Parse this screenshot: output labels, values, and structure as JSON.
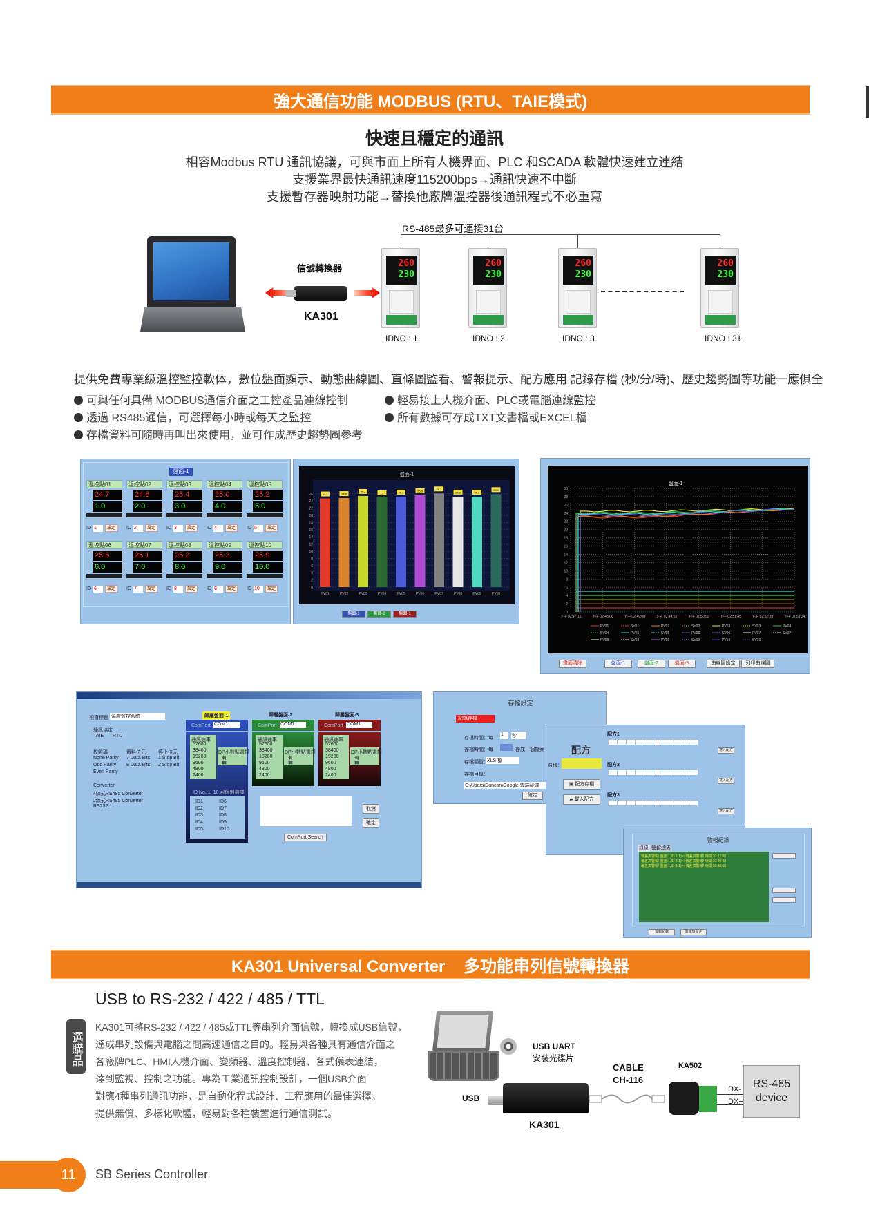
{
  "section1": {
    "banner": "強大通信功能 MODBUS (RTU、TAIE模式)",
    "subtitle": "快速且穩定的通訊",
    "intro": [
      "相容Modbus RTU 通訊協議，可與市面上所有人機界面、PLC 和SCADA 軟體快速建立連結",
      "支援業界最快通訊速度115200bps→通訊快速不中斷",
      "支援暫存器映射功能→替換他廠牌溫控器後通訊程式不必重寫"
    ]
  },
  "topology": {
    "bus_label": "RS-485最多可連接31台",
    "converter_label": "信號轉換器",
    "converter_model": "KA301",
    "device_pv": "260",
    "device_sv": "230",
    "devices": [
      "IDNO : 1",
      "IDNO : 2",
      "IDNO : 3",
      "IDNO : 31"
    ]
  },
  "features": {
    "paragraph": "提供免費專業級溫控監控軟体，數位盤面顯示、動態曲線圖、直條圖監看、警報提示、配方應用 記錄存檔 (秒/分/時)、歷史趨勢圖等功能一應俱全",
    "bullets_left": [
      "可與任何具備 MODBUS通信介面之工控產品連線控制",
      "透過 RS485通信，可選擇每小時或每天之監控",
      "存檔資料可隨時再叫出來使用，並可作成歷史趨勢圖參考"
    ],
    "bullets_right": [
      "輕易接上人機介面、PLC或電腦連線監控",
      "所有數據可存成TXT文書檔或EXCEL檔"
    ]
  },
  "dashboard": {
    "title": "盤面-1",
    "set_label": "設定",
    "tiles": [
      {
        "name": "溫控點01",
        "pv": "24.7",
        "sv": "1.0",
        "id": "1"
      },
      {
        "name": "溫控點02",
        "pv": "24.8",
        "sv": "2.0",
        "id": "2"
      },
      {
        "name": "溫控點03",
        "pv": "25.4",
        "sv": "3.0",
        "id": "3"
      },
      {
        "name": "溫控點04",
        "pv": "25.0",
        "sv": "4.0",
        "id": "4"
      },
      {
        "name": "溫控點05",
        "pv": "25.2",
        "sv": "5.0",
        "id": "5"
      },
      {
        "name": "溫控點06",
        "pv": "25.6",
        "sv": "6.0",
        "id": "6"
      },
      {
        "name": "溫控點07",
        "pv": "26.1",
        "sv": "7.0",
        "id": "7"
      },
      {
        "name": "溫控點08",
        "pv": "25.2",
        "sv": "8.0",
        "id": "8"
      },
      {
        "name": "溫控點09",
        "pv": "25.2",
        "sv": "9.0",
        "id": "9"
      },
      {
        "name": "溫控點10",
        "pv": "25.9",
        "sv": "10.0",
        "id": "10"
      }
    ]
  },
  "bar_chart": {
    "title": "盤面-1",
    "y_ticks": [
      "0",
      "2",
      "4",
      "6",
      "8",
      "10",
      "12",
      "14",
      "16",
      "18",
      "20",
      "22",
      "24",
      "26"
    ],
    "bars": [
      {
        "label": "PV01",
        "value": 24.7,
        "color": "#e03a2a"
      },
      {
        "label": "PV02",
        "value": 24.8,
        "color": "#d9822a"
      },
      {
        "label": "PV03",
        "value": 25.4,
        "color": "#c8d62a"
      },
      {
        "label": "PV04",
        "value": 25.0,
        "color": "#2a6a30"
      },
      {
        "label": "PV05",
        "value": 25.2,
        "color": "#4a5ad8"
      },
      {
        "label": "PV06",
        "value": 25.6,
        "color": "#b04ad0"
      },
      {
        "label": "PV07",
        "value": 26.1,
        "color": "#808080"
      },
      {
        "label": "PV08",
        "value": 25.2,
        "color": "#e8e8e8"
      },
      {
        "label": "PV09",
        "value": 25.2,
        "color": "#50d8c0"
      },
      {
        "label": "PV10",
        "value": 25.9,
        "color": "#2a6a5a"
      }
    ],
    "buttons": [
      "盤面-1",
      "盤面-2",
      "盤面-1"
    ]
  },
  "line_chart": {
    "title": "盤面-1",
    "y_ticks": [
      "0",
      "2",
      "4",
      "6",
      "8",
      "10",
      "12",
      "14",
      "16",
      "18",
      "20",
      "22",
      "24",
      "26",
      "28",
      "30"
    ],
    "x_ticks": [
      "下午 02:47:16",
      "下午 02:48:06",
      "下午 02:49:00",
      "下午 02:49:55",
      "下午 02:50:50",
      "下午 02:51:45",
      "下午 02:52:39",
      "下午 02:53:34"
    ],
    "legend": [
      "PV01",
      "SV01",
      "PV02",
      "SV02",
      "PV03",
      "SV03",
      "PV04",
      "SV04",
      "PV05",
      "SV05",
      "PV06",
      "SV06",
      "PV07",
      "SV07",
      "PV08",
      "SV08",
      "PV09",
      "SV09",
      "PV10",
      "SV10"
    ],
    "buttons": [
      "畫面清除",
      "盤面-1",
      "盤面-2",
      "盤面-3",
      "曲線圖設定",
      "列印曲線圖"
    ]
  },
  "comm_dialog": {
    "title_field_label": "視窗標題",
    "title_field_value": "溫度監控系統",
    "protocol_label": "通訊協定",
    "protocols": [
      "TAIE",
      "RTU"
    ],
    "parity_label": "校驗碼",
    "parity": [
      "None Parity",
      "Odd Parity",
      "Even Parity"
    ],
    "databits_label": "資料位元",
    "databits": [
      "7 Data Bits",
      "8 Data Bits"
    ],
    "stopbits_label": "停止位元",
    "stopbits": [
      "1 Stop Bit",
      "2 Stop Bit"
    ],
    "converter_label": "Converter",
    "converters": [
      "4線式RS485 Converter",
      "2線式RS485 Converter",
      "RS232"
    ],
    "panels": [
      "歸屬盤面-1",
      "歸屬盤面-2",
      "歸屬盤面-3"
    ],
    "comport_label": "ComPort",
    "comport_value": "COM1",
    "baud_label": "通訊速率",
    "bauds": [
      "57600",
      "38400",
      "19200",
      "9600",
      "4800",
      "2400"
    ],
    "dp_label": "DP小數點選擇",
    "dp_options": [
      "有",
      "無"
    ],
    "id_label": "ID No. 1~10 可個別選擇",
    "ids": [
      "ID1",
      "ID6",
      "ID2",
      "ID7",
      "ID3",
      "ID8",
      "ID4",
      "ID9",
      "ID5",
      "ID10"
    ],
    "cancel": "取消",
    "ok": "確定",
    "search": "ComPort Search"
  },
  "storage_dialog": {
    "title": "存檔設定",
    "enable": "記錄存檔",
    "interval_label": "存檔時間：每",
    "interval_value": "1",
    "interval_unit": "秒",
    "period_label": "存檔時間：每",
    "period_suffix": "存成一個檔案",
    "type_label": "存檔類型：",
    "type_value": "XLS 檔",
    "dir_label": "存檔目錄：",
    "dir_value": "C:\\Users\\Duncan\\Google 雲端硬碟",
    "ok": "確定"
  },
  "recipe_dialog": {
    "title": "配方",
    "name_label": "名稱：",
    "save": "配方存檔",
    "load": "載入配方",
    "groups": [
      "配方1",
      "配方2",
      "配方3"
    ],
    "write": "寫入配方"
  },
  "alarm_dialog": {
    "title": "警報紀錄",
    "tabs": [
      "訊息",
      "警報總表"
    ],
    "entries": [
      "偏差高警報!  盤面:1,ID:1(1)=>偏差高警報!  時間:10:27:08",
      "偏差高警報!  盤面:1,ID:2(1)=>偏差高警報!  時間:10:30:48",
      "偏差高警報!  盤面:1,ID:3(1)=>偏差高警報!  時間:10:30:50"
    ],
    "buttons": [
      "警報紀錄",
      "警報值設定"
    ]
  },
  "section2": {
    "banner": "KA301 Universal Converter    多功能串列信號轉換器",
    "heading": "USB to RS-232 / 422 / 485 / TTL",
    "side_tab": "選購品",
    "body": [
      "KA301可將RS-232 / 422 / 485或TTL等串列介面信號，轉換成USB信號，",
      "達成串列設備與電腦之間高速通信之目的。輕易與各種具有通信介面之",
      "各廠牌PLC、HMI人機介面、變頻器、溫度控制器、各式儀表連結，",
      "達到監視、控制之功能。專為工業通訊控制設計，一個USB介面",
      "對應4種串列通訊功能，是自動化程式設計、工程應用的最佳選擇。",
      "提供無償、多樣化軟體，輕易對各種裝置進行通信測試。"
    ]
  },
  "converter_diagram": {
    "cd_label_1": "USB UART",
    "cd_label_2": "安裝光碟片",
    "cable_1": "CABLE",
    "cable_2": "CH-116",
    "adapter": "KA502",
    "usb": "USB",
    "converter": "KA301",
    "dx_minus": "DX-",
    "dx_plus": "DX+",
    "device_1": "RS-485",
    "device_2": "device"
  },
  "footer": {
    "page_number": "11",
    "series": "SB Series Controller"
  }
}
